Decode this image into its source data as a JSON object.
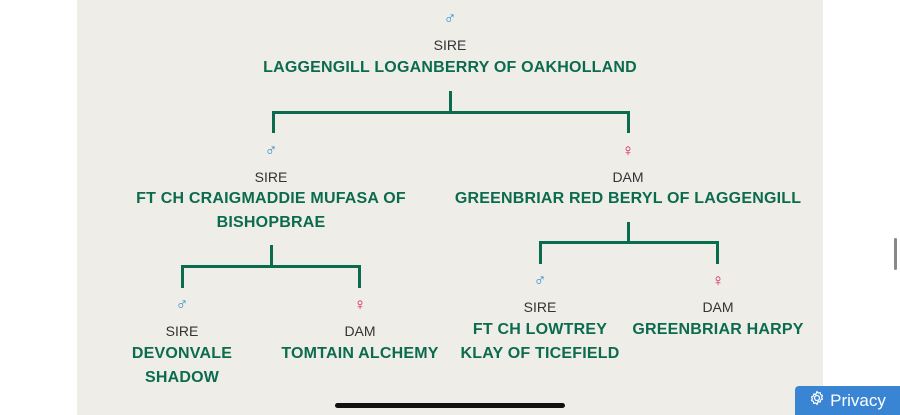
{
  "pedigree": {
    "root": {
      "symbol": "♂",
      "role": "SIRE",
      "name": "LAGGENGILL LOGANBERRY OF OAKHOLLAND"
    },
    "sire": {
      "symbol": "♂",
      "role": "SIRE",
      "name_line1": "FT CH CRAIGMADDIE MUFASA OF",
      "name_line2": "BISHOPBRAE"
    },
    "dam": {
      "symbol": "♀",
      "role": "DAM",
      "name": "GREENBRIAR RED BERYL OF LAGGENGILL"
    },
    "sire_sire": {
      "symbol": "♂",
      "role": "SIRE",
      "name_line1": "DEVONVALE",
      "name_line2": "SHADOW"
    },
    "sire_dam": {
      "symbol": "♀",
      "role": "DAM",
      "name": "TOMTAIN ALCHEMY"
    },
    "dam_sire": {
      "symbol": "♂",
      "role": "SIRE",
      "name_line1": "FT CH LOWTREY",
      "name_line2": "KLAY OF TICEFIELD"
    },
    "dam_dam": {
      "symbol": "♀",
      "role": "DAM",
      "name": "GREENBRIAR HARPY"
    }
  },
  "privacy": {
    "icon": "gear-icon",
    "label": "Privacy"
  },
  "colors": {
    "green": "#0b6b4e",
    "male": "#2b8fc6",
    "female": "#d51f4f",
    "background": "#efede8",
    "privacy": "#3a84d4"
  }
}
